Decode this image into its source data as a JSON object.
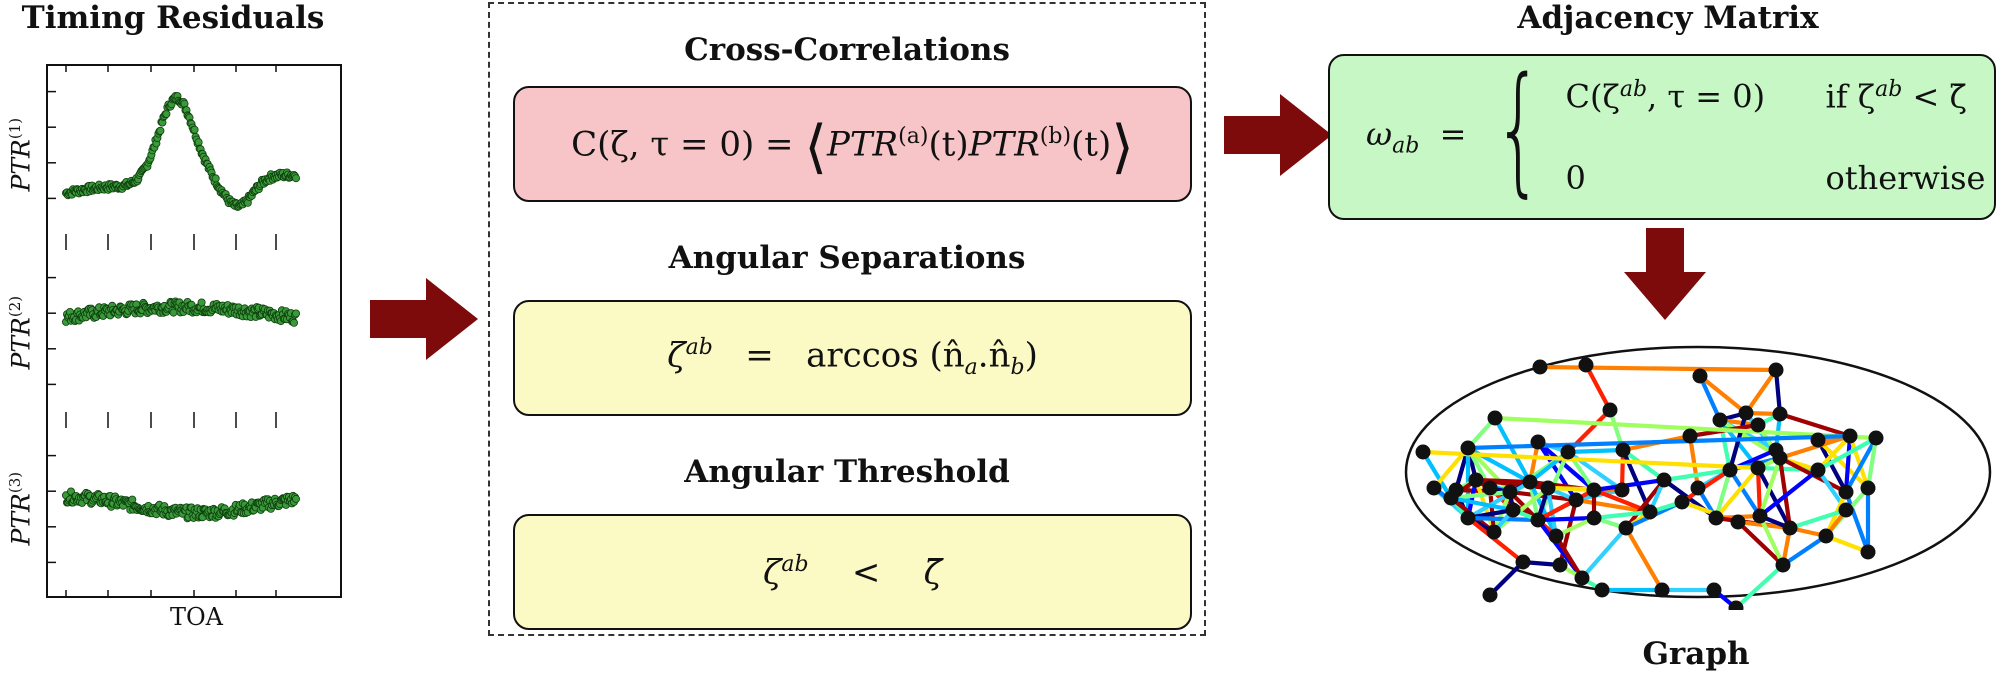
{
  "residuals": {
    "title": "Timing Residuals",
    "panels": [
      {
        "ylabel": "PTR",
        "sup": "(1)"
      },
      {
        "ylabel": "PTR",
        "sup": "(2)"
      },
      {
        "ylabel": "PTR",
        "sup": "(3)"
      }
    ],
    "xlabel": "TOA",
    "point_color": "#3a9a3a"
  },
  "pipeline": {
    "cross": {
      "title": "Cross-Correlations",
      "lhs": "C(ζ, τ = 0) =",
      "rhs_a": "PTR",
      "rhs_a_sup": "(a)",
      "rhs_b": "PTR",
      "rhs_b_sup": "(b)",
      "arg": "(t)"
    },
    "angular": {
      "title": "Angular Separations",
      "lhs": "ζ",
      "lhs_sup": "ab",
      "op": "=",
      "rhs": "arccos (n̂",
      "rhs_sub_a": "a",
      "rhs_mid": ".n̂",
      "rhs_sub_b": "b",
      "rhs_end": ")"
    },
    "threshold": {
      "title": "Angular Threshold",
      "lhs": "ζ",
      "lhs_sup": "ab",
      "op": "<",
      "rhs": "ζ̄"
    }
  },
  "adjacency": {
    "title": "Adjacency Matrix",
    "lhs": "ω",
    "lhs_sub": "ab",
    "eq": "=",
    "case1_val": "C(ζ",
    "case1_sup": "ab",
    "case1_rest": ", τ = 0)",
    "case1_cond_pre": "if ζ",
    "case1_cond_sup": "ab",
    "case1_cond_post": " < ζ̄",
    "case2_val": "0",
    "case2_cond": "otherwise"
  },
  "graph": {
    "title": "Graph"
  },
  "colors": {
    "arrow": "#7d0b0b",
    "pink": "#f7c5c8",
    "yellow": "#fbfac4",
    "green": "#c8f7c6"
  }
}
